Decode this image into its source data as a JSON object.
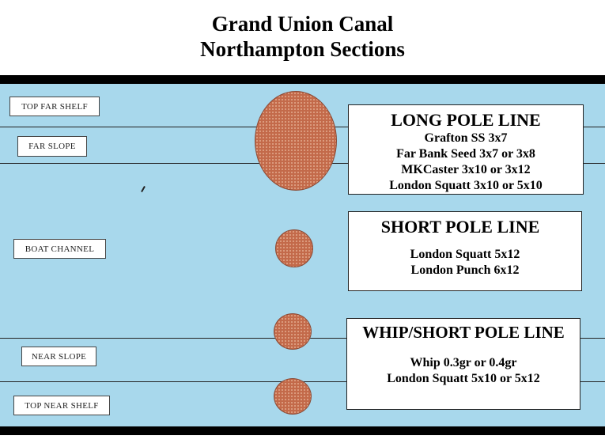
{
  "title": {
    "line1": "Grand Union Canal",
    "line2": "Northampton Sections"
  },
  "zones": [
    "TOP FAR SHELF",
    "FAR SLOPE",
    "BOAT CHANNEL",
    "NEAR SLOPE",
    "TOP NEAR SHELF"
  ],
  "lines": {
    "long": {
      "heading": "LONG POLE LINE",
      "items": [
        "Grafton SS  3x7",
        "Far Bank Seed  3x7 or 3x8",
        "MKCaster  3x10 or 3x12",
        "London Squatt 3x10 or 5x10"
      ]
    },
    "short": {
      "heading": "SHORT POLE LINE",
      "items": [
        "London Squatt 5x12",
        "London Punch 6x12"
      ]
    },
    "whip": {
      "heading": "WHIP/SHORT POLE LINE",
      "items": [
        "Whip 0.3gr or 0.4gr",
        "London Squatt 5x10 or 5x12"
      ]
    }
  },
  "colors": {
    "water": "#a8d8ec",
    "bait_spot": "#c36a4a",
    "bank": "#000000"
  }
}
